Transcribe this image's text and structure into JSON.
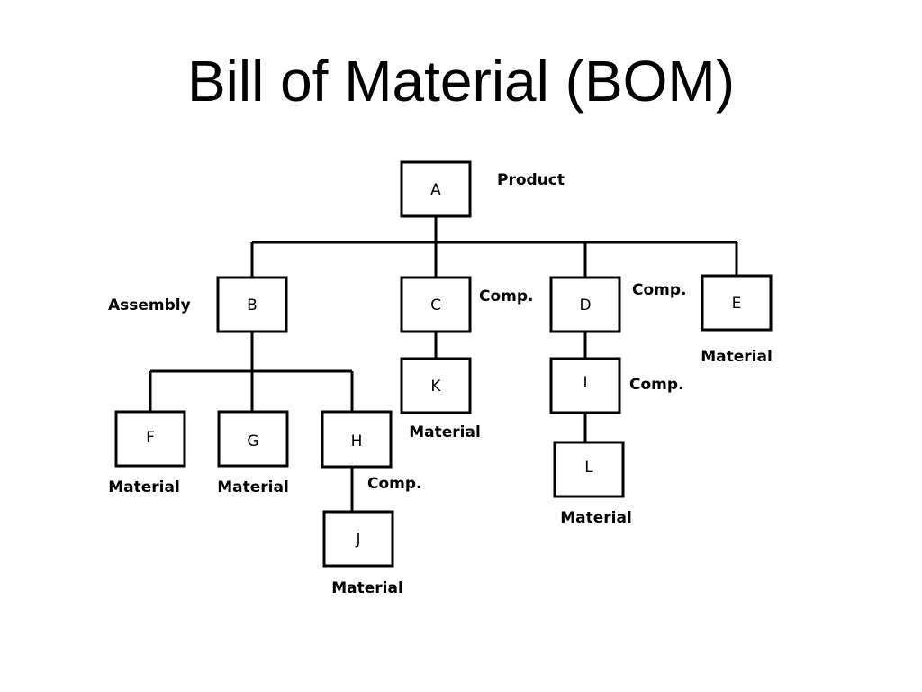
{
  "title": "Bill of Material (BOM)",
  "nodes": {
    "A": {
      "label": "A",
      "role": "Product"
    },
    "B": {
      "label": "B",
      "role": "Assembly"
    },
    "C": {
      "label": "C",
      "role": "Comp."
    },
    "D": {
      "label": "D",
      "role": "Comp."
    },
    "E": {
      "label": "E",
      "role": "Material"
    },
    "F": {
      "label": "F",
      "role": "Material"
    },
    "G": {
      "label": "G",
      "role": "Material"
    },
    "H": {
      "label": "H",
      "role": "Comp."
    },
    "J": {
      "label": "J",
      "role": "Material"
    },
    "K": {
      "label": "K",
      "role": "Material"
    },
    "I": {
      "label": "I",
      "role": "Comp."
    },
    "L": {
      "label": "L",
      "role": "Material"
    }
  }
}
